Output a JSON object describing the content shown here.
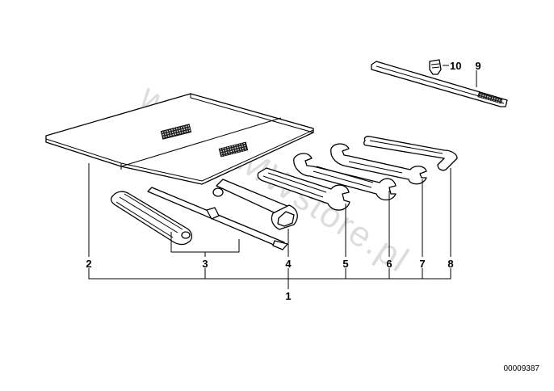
{
  "diagram": {
    "callouts": {
      "c1": "1",
      "c2": "2",
      "c3": "3",
      "c4": "4",
      "c5": "5",
      "c6": "6",
      "c7": "7",
      "c8": "8",
      "c9": "9",
      "c10": "10"
    },
    "watermark": "www.BMWstore.pl",
    "drawing_number": "00009387"
  },
  "colors": {
    "line": "#000000",
    "background": "#ffffff",
    "hatch": "#333333"
  }
}
